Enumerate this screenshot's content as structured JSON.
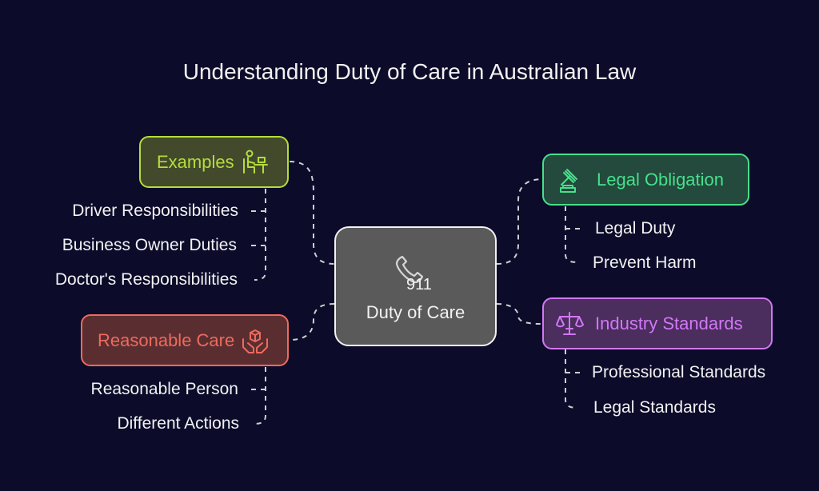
{
  "title": "Understanding Duty of Care in Australian Law",
  "center": {
    "number": "911",
    "label": "Duty of Care",
    "icon": "phone-icon"
  },
  "branches": {
    "examples": {
      "label": "Examples",
      "icon": "person-at-desk-icon",
      "color": "#b5dd3c",
      "fill": "#434a2c",
      "items": [
        "Driver Responsibilities",
        "Business Owner Duties",
        "Doctor's Responsibilities"
      ]
    },
    "reasonable_care": {
      "label": "Reasonable Care",
      "icon": "hands-holding-box-icon",
      "color": "#ee6a5e",
      "fill": "#5a2e30",
      "items": [
        "Reasonable Person",
        "Different Actions"
      ]
    },
    "legal_obligation": {
      "label": "Legal Obligation",
      "icon": "gavel-icon",
      "color": "#47e08c",
      "fill": "#234a3c",
      "items": [
        "Legal Duty",
        "Prevent Harm"
      ]
    },
    "industry_standards": {
      "label": "Industry Standards",
      "icon": "scales-icon",
      "color": "#d278f5",
      "fill": "#4b2d5e",
      "items": [
        "Professional Standards",
        "Legal Standards"
      ]
    }
  }
}
